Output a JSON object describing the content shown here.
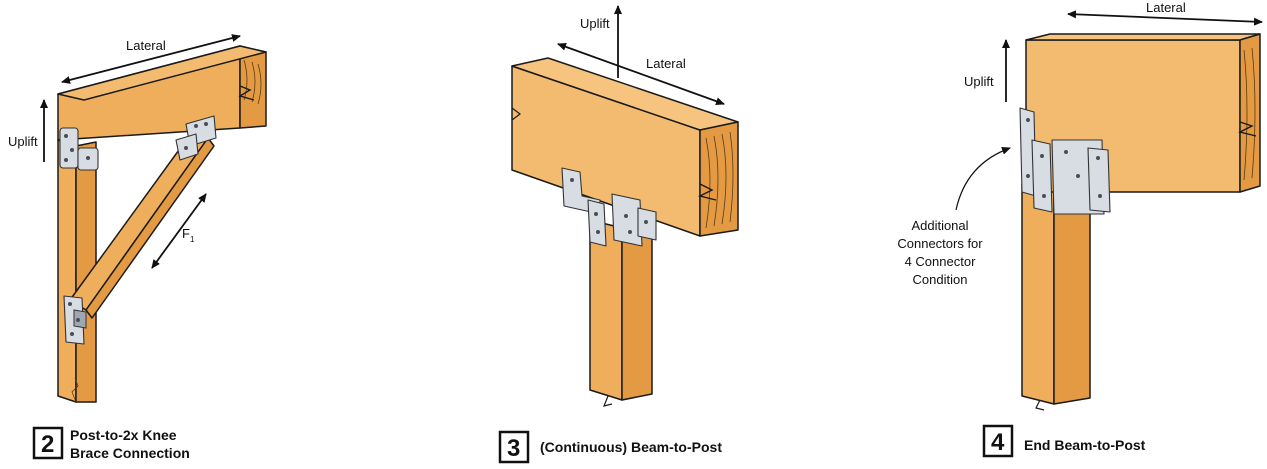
{
  "figures": [
    {
      "number": "2",
      "caption_line1": "Post-to-2x Knee",
      "caption_line2": "Brace Connection",
      "labels": {
        "lateral": "Lateral",
        "uplift": "Uplift",
        "force": "F",
        "force_sub": "1"
      }
    },
    {
      "number": "3",
      "caption_line1": "(Continuous) Beam-to-Post",
      "labels": {
        "lateral": "Lateral",
        "uplift": "Uplift"
      }
    },
    {
      "number": "4",
      "caption_line1": "End Beam-to-Post",
      "labels": {
        "lateral": "Lateral",
        "uplift": "Uplift",
        "note_line1": "Additional",
        "note_line2": "Connectors for",
        "note_line3": "4 Connector",
        "note_line4": "Condition"
      }
    }
  ],
  "colors": {
    "wood": "#EFAE5C",
    "wood_side": "#E39A42",
    "connector": "#d7dde3"
  }
}
